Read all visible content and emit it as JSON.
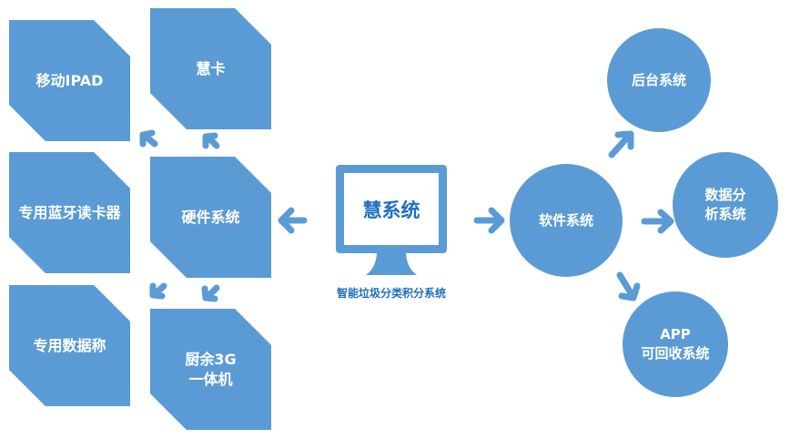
{
  "center": {
    "title": "慧系统",
    "caption": "智能垃圾分类积分系统"
  },
  "hardware": {
    "hub": "硬件系统",
    "items": [
      "移动IPAD",
      "慧卡",
      "专用蓝牙读卡器",
      "专用数据称",
      "厨余3G\n一体机"
    ]
  },
  "software": {
    "hub": "软件系统",
    "items": [
      "后台系统",
      "数据分\n析系统",
      "APP\n可回收系统"
    ]
  },
  "colors": {
    "shape": "#5b9bd5",
    "text_accent": "#1f6fc0"
  }
}
